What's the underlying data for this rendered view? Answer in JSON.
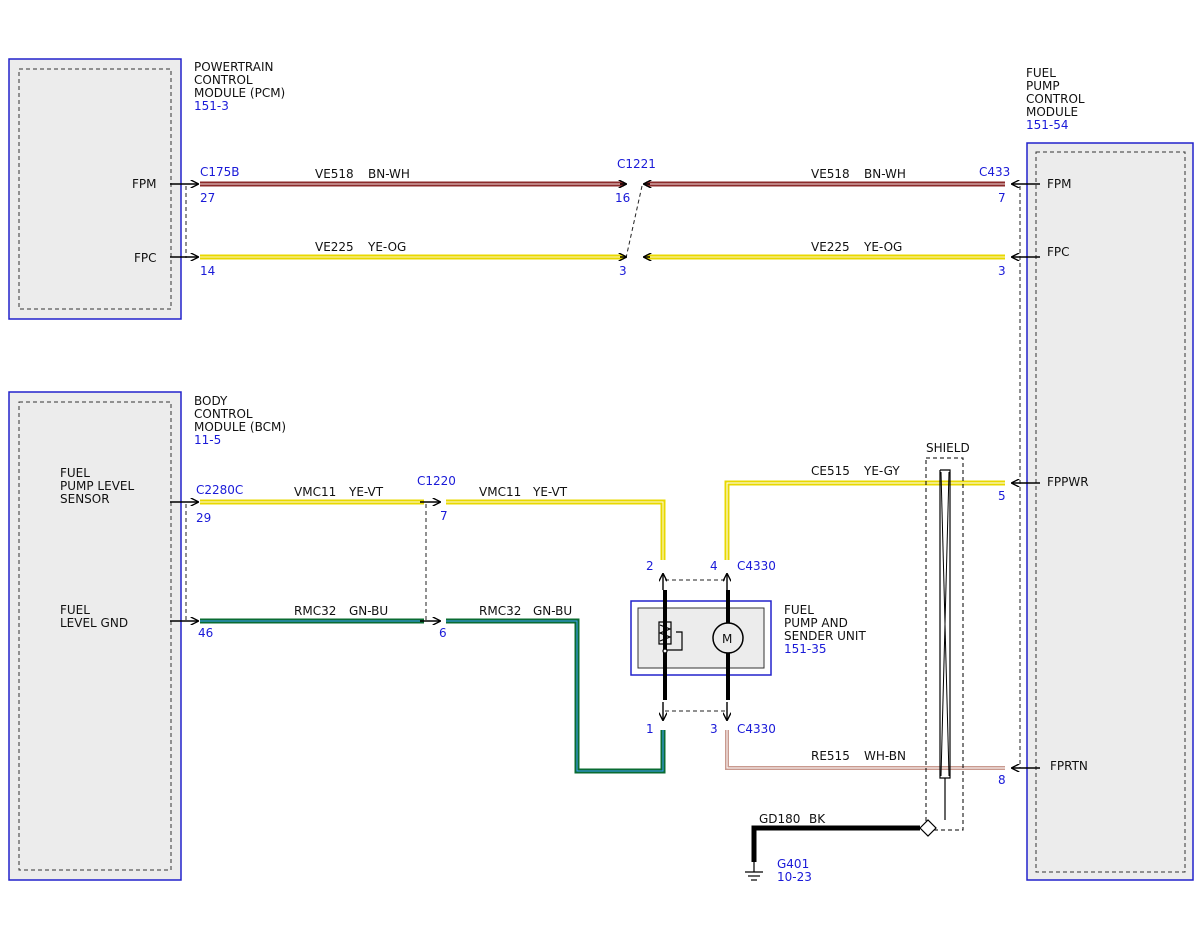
{
  "colors": {
    "module_border": "#2222cc",
    "connector_text": "#1a1ad8",
    "bn_wh": "#8b2a2a",
    "ye": "#e8d800",
    "gn_bu": "#0a6b32",
    "wh_bn": "#c99a8f",
    "bk": "#000000"
  },
  "modules": {
    "pcm": {
      "name_lines": [
        "POWERTRAIN",
        "CONTROL",
        "MODULE (PCM)"
      ],
      "ref": "151-3",
      "pins": {
        "fpm": "FPM",
        "fpc": "FPC"
      }
    },
    "bcm": {
      "name_lines": [
        "BODY",
        "CONTROL",
        "MODULE (BCM)"
      ],
      "ref": "11-5",
      "pins": {
        "sensor": [
          "FUEL",
          "PUMP LEVEL",
          "SENSOR"
        ],
        "gnd": [
          "FUEL",
          "LEVEL GND"
        ]
      }
    },
    "fpcm": {
      "name_lines": [
        "FUEL",
        "PUMP",
        "CONTROL",
        "MODULE"
      ],
      "ref": "151-54",
      "pins": {
        "fpm": "FPM",
        "fpc": "FPC",
        "fppwr": "FPPWR",
        "fprtn": "FPRTN"
      }
    },
    "pump": {
      "name_lines": [
        "FUEL",
        "PUMP AND",
        "SENDER UNIT"
      ],
      "ref": "151-35",
      "motor": "M"
    }
  },
  "connectors": {
    "c175b": "C175B",
    "c1221": "C1221",
    "c433": "C433",
    "c2280c": "C2280C",
    "c1220": "C1220",
    "c4330_top": "C4330",
    "c4330_bot": "C4330"
  },
  "pins": {
    "c175b_fpm": "27",
    "c175b_fpc": "14",
    "c1221_fpm": "16",
    "c1221_fpc": "3",
    "c433_fpm": "7",
    "c433_fpc": "3",
    "c433_fppwr": "5",
    "c433_fprtn": "8",
    "c2280c_sensor": "29",
    "c2280c_gnd": "46",
    "c1220_sensor": "7",
    "c1220_gnd": "6",
    "c4330_2": "2",
    "c4330_4": "4",
    "c4330_1": "1",
    "c4330_3": "3"
  },
  "circuits": {
    "fpm_a": {
      "id": "VE518",
      "color": "BN-WH"
    },
    "fpm_b": {
      "id": "VE518",
      "color": "BN-WH"
    },
    "fpc_a": {
      "id": "VE225",
      "color": "YE-OG"
    },
    "fpc_b": {
      "id": "VE225",
      "color": "YE-OG"
    },
    "sensor_a": {
      "id": "VMC11",
      "color": "YE-VT"
    },
    "sensor_b": {
      "id": "VMC11",
      "color": "YE-VT"
    },
    "gnd_a": {
      "id": "RMC32",
      "color": "GN-BU"
    },
    "gnd_b": {
      "id": "RMC32",
      "color": "GN-BU"
    },
    "fppwr": {
      "id": "CE515",
      "color": "YE-GY"
    },
    "fprtn": {
      "id": "RE515",
      "color": "WH-BN"
    },
    "ground": {
      "id": "GD180",
      "color": "BK"
    }
  },
  "shield": "SHIELD",
  "ground_point": {
    "name": "G401",
    "ref": "10-23"
  }
}
